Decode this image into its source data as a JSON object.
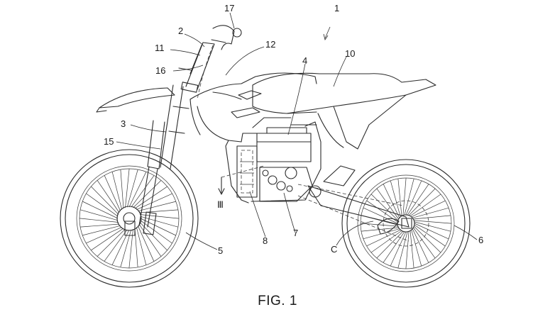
{
  "figure": {
    "caption": "FIG. 1",
    "reference_labels": {
      "overall": "1",
      "handle_part": "2",
      "front_fork": "3",
      "battery": "4",
      "front_wheel": "5",
      "rear_wheel": "6",
      "motor": "7",
      "controller": "8",
      "seat": "10",
      "steering_head": "11",
      "frame": "12",
      "fork_tube": "15",
      "cable": "16",
      "grip": "17",
      "section_line": "Ⅲ",
      "chain_line": "C"
    }
  }
}
